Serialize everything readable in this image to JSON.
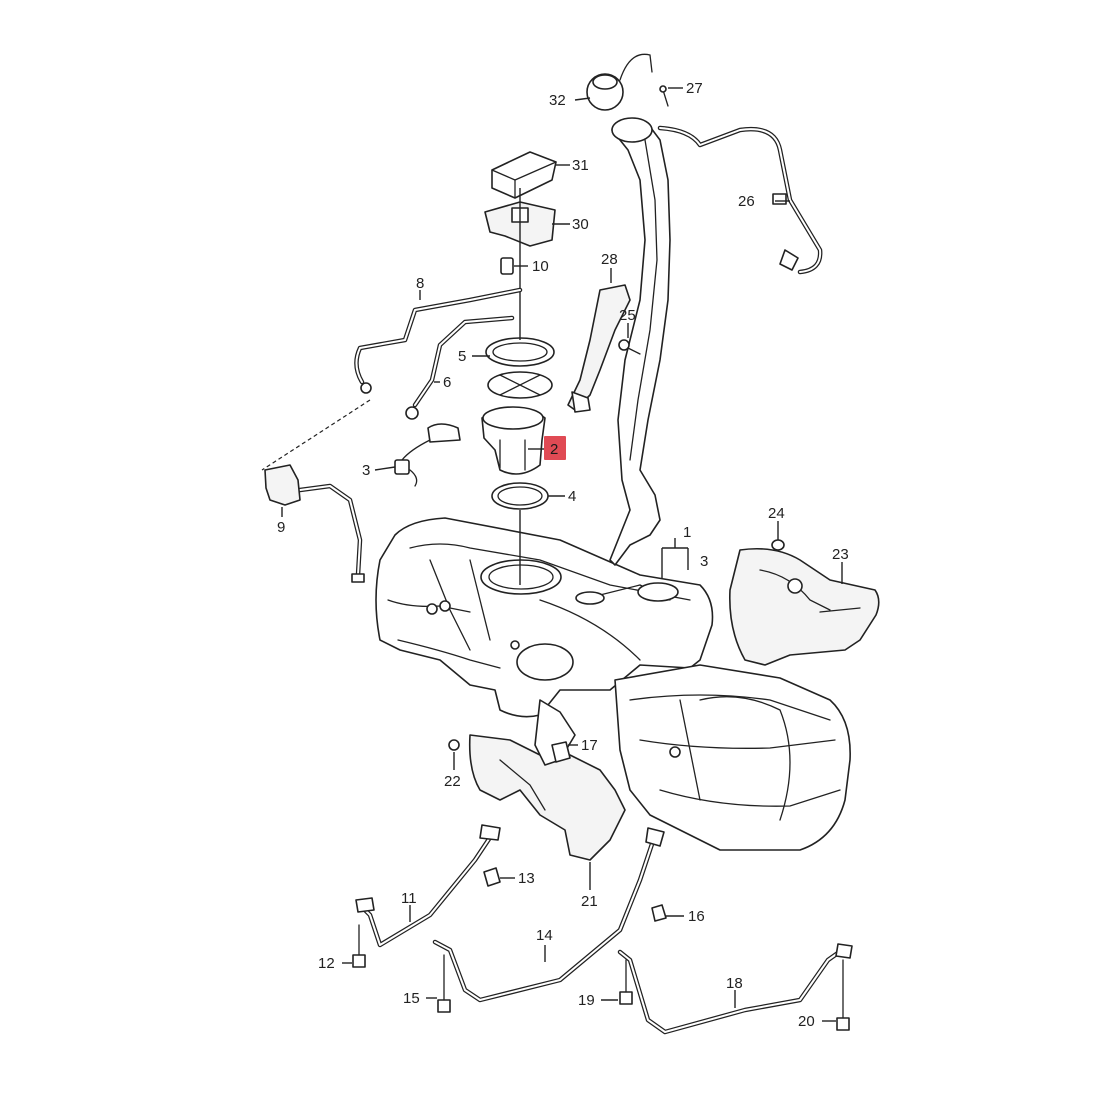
{
  "diagram": {
    "highlight_color": "#e04a54",
    "line_color": "#222222",
    "callouts": [
      {
        "id": "c32",
        "label": "32"
      },
      {
        "id": "c27",
        "label": "27"
      },
      {
        "id": "c31",
        "label": "31"
      },
      {
        "id": "c26",
        "label": "26"
      },
      {
        "id": "c30",
        "label": "30"
      },
      {
        "id": "c10",
        "label": "10"
      },
      {
        "id": "c28",
        "label": "28"
      },
      {
        "id": "c8",
        "label": "8"
      },
      {
        "id": "c25",
        "label": "25"
      },
      {
        "id": "c5",
        "label": "5"
      },
      {
        "id": "c6",
        "label": "6"
      },
      {
        "id": "c2",
        "label": "2",
        "highlighted": true
      },
      {
        "id": "c3a",
        "label": "3"
      },
      {
        "id": "c4",
        "label": "4"
      },
      {
        "id": "c9",
        "label": "9"
      },
      {
        "id": "c1",
        "label": "1"
      },
      {
        "id": "c3b",
        "label": "3"
      },
      {
        "id": "c24",
        "label": "24"
      },
      {
        "id": "c23",
        "label": "23"
      },
      {
        "id": "c17",
        "label": "17"
      },
      {
        "id": "c22",
        "label": "22"
      },
      {
        "id": "c13",
        "label": "13"
      },
      {
        "id": "c21",
        "label": "21"
      },
      {
        "id": "c11",
        "label": "11"
      },
      {
        "id": "c16",
        "label": "16"
      },
      {
        "id": "c14",
        "label": "14"
      },
      {
        "id": "c12",
        "label": "12"
      },
      {
        "id": "c18",
        "label": "18"
      },
      {
        "id": "c15",
        "label": "15"
      },
      {
        "id": "c19",
        "label": "19"
      },
      {
        "id": "c20",
        "label": "20"
      }
    ]
  }
}
